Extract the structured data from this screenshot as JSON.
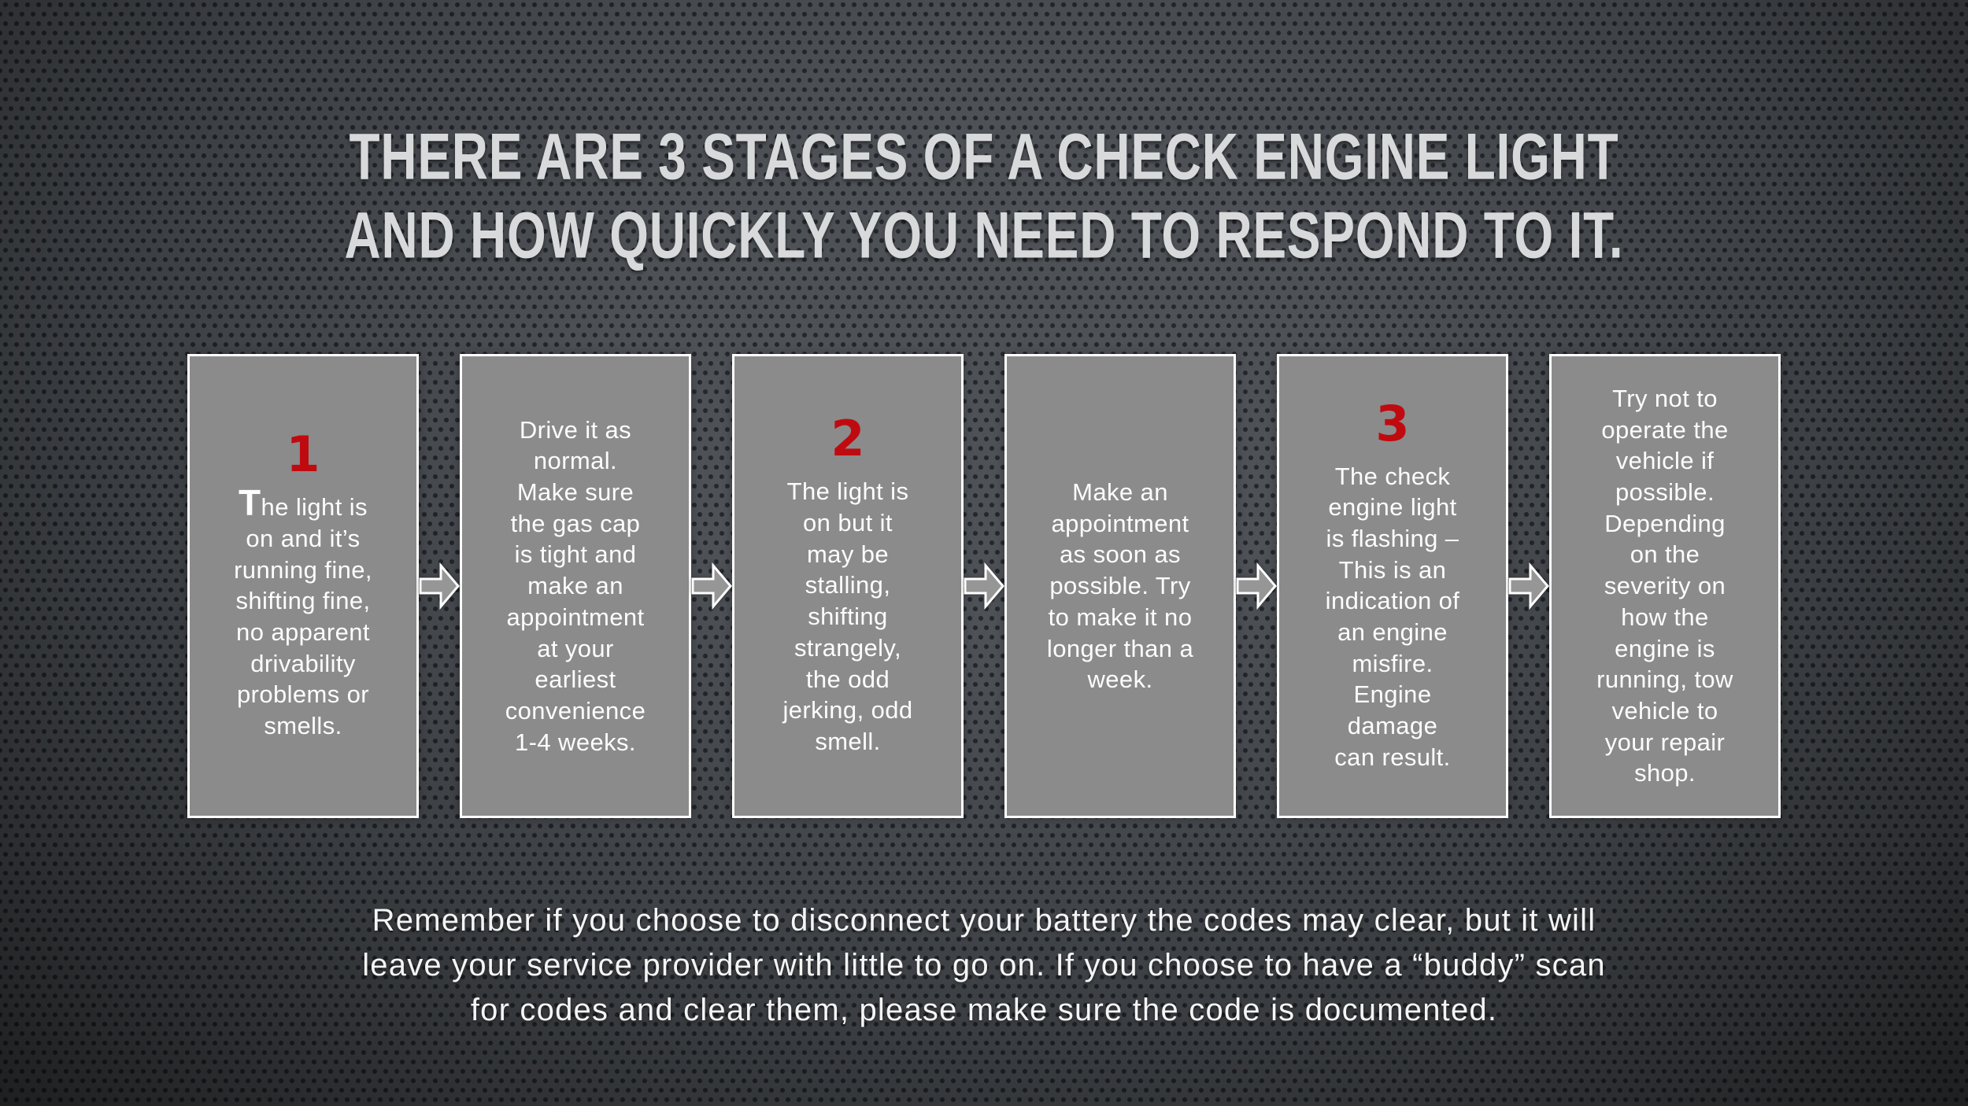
{
  "colors": {
    "bg-base": "#4e5257",
    "bg-dot": "#24272c",
    "box-fill": "#8b8b8b",
    "box-border": "#ffffff",
    "accent-red": "#bf0b10",
    "title-color": "#d8d9da",
    "text-color": "#fdfdfd",
    "arrow-fill": "#969696"
  },
  "title": {
    "line1": "THERE ARE 3 STAGES OF A CHECK ENGINE LIGHT",
    "line2": "AND HOW QUICKLY YOU NEED TO RESPOND TO IT."
  },
  "stages": [
    {
      "number": "1",
      "lead": "T",
      "body": "he light is\non and it’s\nrunning fine,\nshifting fine,\nno apparent\ndrivability\nproblems or\nsmells."
    },
    {
      "number": "",
      "lead": "",
      "body": "Drive it as\nnormal.\nMake sure\nthe gas cap\nis tight and\nmake an\nappointment\nat your\nearliest\nconvenience\n1-4 weeks."
    },
    {
      "number": "2",
      "lead": "",
      "body": "The light is\non but it\nmay be\nstalling,\nshifting\nstrangely,\nthe odd\njerking, odd\nsmell."
    },
    {
      "number": "",
      "lead": "",
      "body": "Make an\nappointment\nas soon as\npossible. Try\nto make it no\nlonger than a\nweek."
    },
    {
      "number": "3",
      "lead": "",
      "body": "The check\nengine light\nis flashing –\nThis is an\nindication of\nan engine\nmisfire.\nEngine\ndamage\ncan result."
    },
    {
      "number": "",
      "lead": "",
      "body": "Try not to\noperate the\nvehicle if\npossible.\nDepending\non the\nseverity on\nhow the\nengine is\nrunning, tow\nvehicle to\nyour repair\nshop."
    }
  ],
  "footer": {
    "text": "Remember if you choose to disconnect your battery the codes may clear, but it will\nleave your service provider with little to go on. If you choose to have a “buddy” scan\nfor codes and clear them, please make sure the code is documented."
  }
}
